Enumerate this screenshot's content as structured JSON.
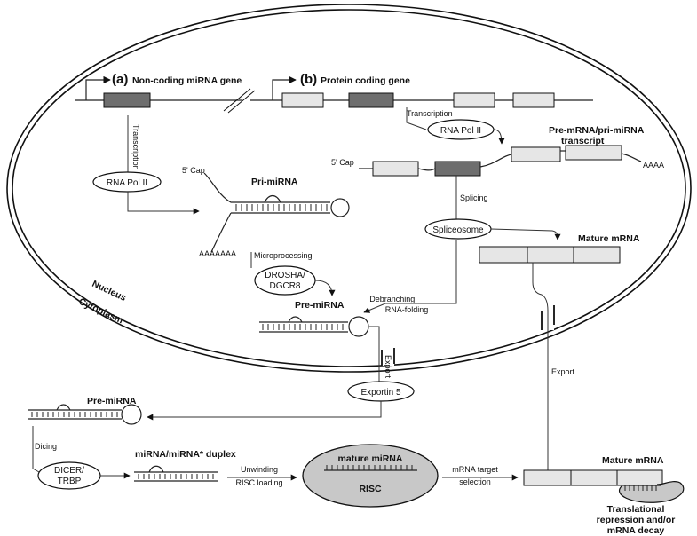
{
  "gene_a": {
    "letter": "(a)",
    "name": "Non-coding miRNA gene"
  },
  "gene_b": {
    "letter": "(b)",
    "name": "Protein coding gene"
  },
  "nucleus": {
    "label_nucleus": "Nucleus",
    "label_cytoplasm": "Cytoplasm",
    "transcription_a": "Transcription",
    "transcription_b": "Transcription",
    "rna_pol_a": "RNA Pol II",
    "rna_pol_b": "RNA Pol II",
    "cap_a": "5' Cap",
    "pri_mirna": "Pri-miRNA",
    "polya_a": "AAAAAAA",
    "microprocessing": "Microprocessing",
    "drosha_line1": "DROSHA/",
    "drosha_line2": "DGCR8",
    "pre_mirna_nuc": "Pre-miRNA",
    "transcript_line1": "Pre-mRNA/pri-miRNA",
    "transcript_line2": "transcript",
    "cap_b": "5' Cap",
    "polya_b": "AAAA",
    "splicing": "Splicing",
    "spliceosome": "Spliceosome",
    "mature_mrna_nuc": "Mature mRNA",
    "debranching_line1": "Debranching,",
    "debranching_line2": "RNA-folding"
  },
  "cytoplasm": {
    "export_mirna": "Export",
    "exportin": "Exportin 5",
    "export_mrna": "Export",
    "pre_mirna_cyto": "Pre-miRNA",
    "dicing": "Dicing",
    "dicer_line1": "DICER/",
    "dicer_line2": "TRBP",
    "duplex": "miRNA/miRNA* duplex",
    "unwinding_line1": "Unwinding",
    "unwinding_line2": "RISC loading",
    "mature_mirna": "mature miRNA",
    "risc": "RISC",
    "target_line1": "mRNA target",
    "target_line2": "selection",
    "mature_mrna_cyto": "Mature mRNA",
    "outcome_line1": "Translational",
    "outcome_line2": "repression and/or",
    "outcome_line3": "mRNA decay"
  },
  "colors": {
    "exon_light": "#e6e6e6",
    "exon_dark": "#6e6e6e",
    "risc_fill": "#c8c8c8"
  }
}
